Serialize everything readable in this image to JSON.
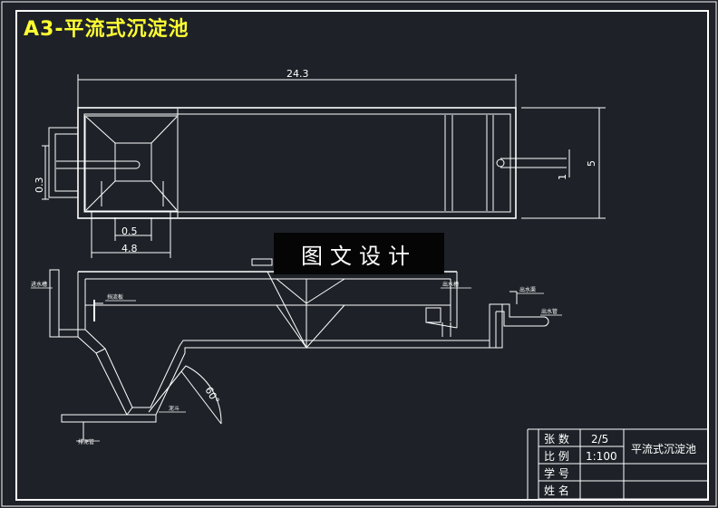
{
  "title": "A3-平流式沉淀池",
  "watermark": "图文设计",
  "plan_view": {
    "dim_length": "24.3",
    "dim_width": "5",
    "dim_left": "0.3",
    "dim_small_right": "1",
    "dim_inner": "0.5",
    "dim_bottom": "4.8"
  },
  "section_view": {
    "angle": "60°",
    "labels": {
      "inlet_trough": "进水槽",
      "baffle": "挡流板",
      "outlet_trough": "出水槽",
      "outlet_channel": "出水渠",
      "outlet_pipe": "出水管",
      "sludge_hopper": "泥斗",
      "drain_pipe": "排泥管"
    }
  },
  "title_block": {
    "sheets_label": "张 数",
    "sheets_value": "2/5",
    "scale_label": "比 例",
    "scale_value": "1:100",
    "student_id_label": "学 号",
    "name_label": "姓 名",
    "drawing_name": "平流式沉淀池"
  },
  "colors": {
    "background": "#1e2228",
    "line": "#ffffff",
    "title": "#ffff33"
  }
}
